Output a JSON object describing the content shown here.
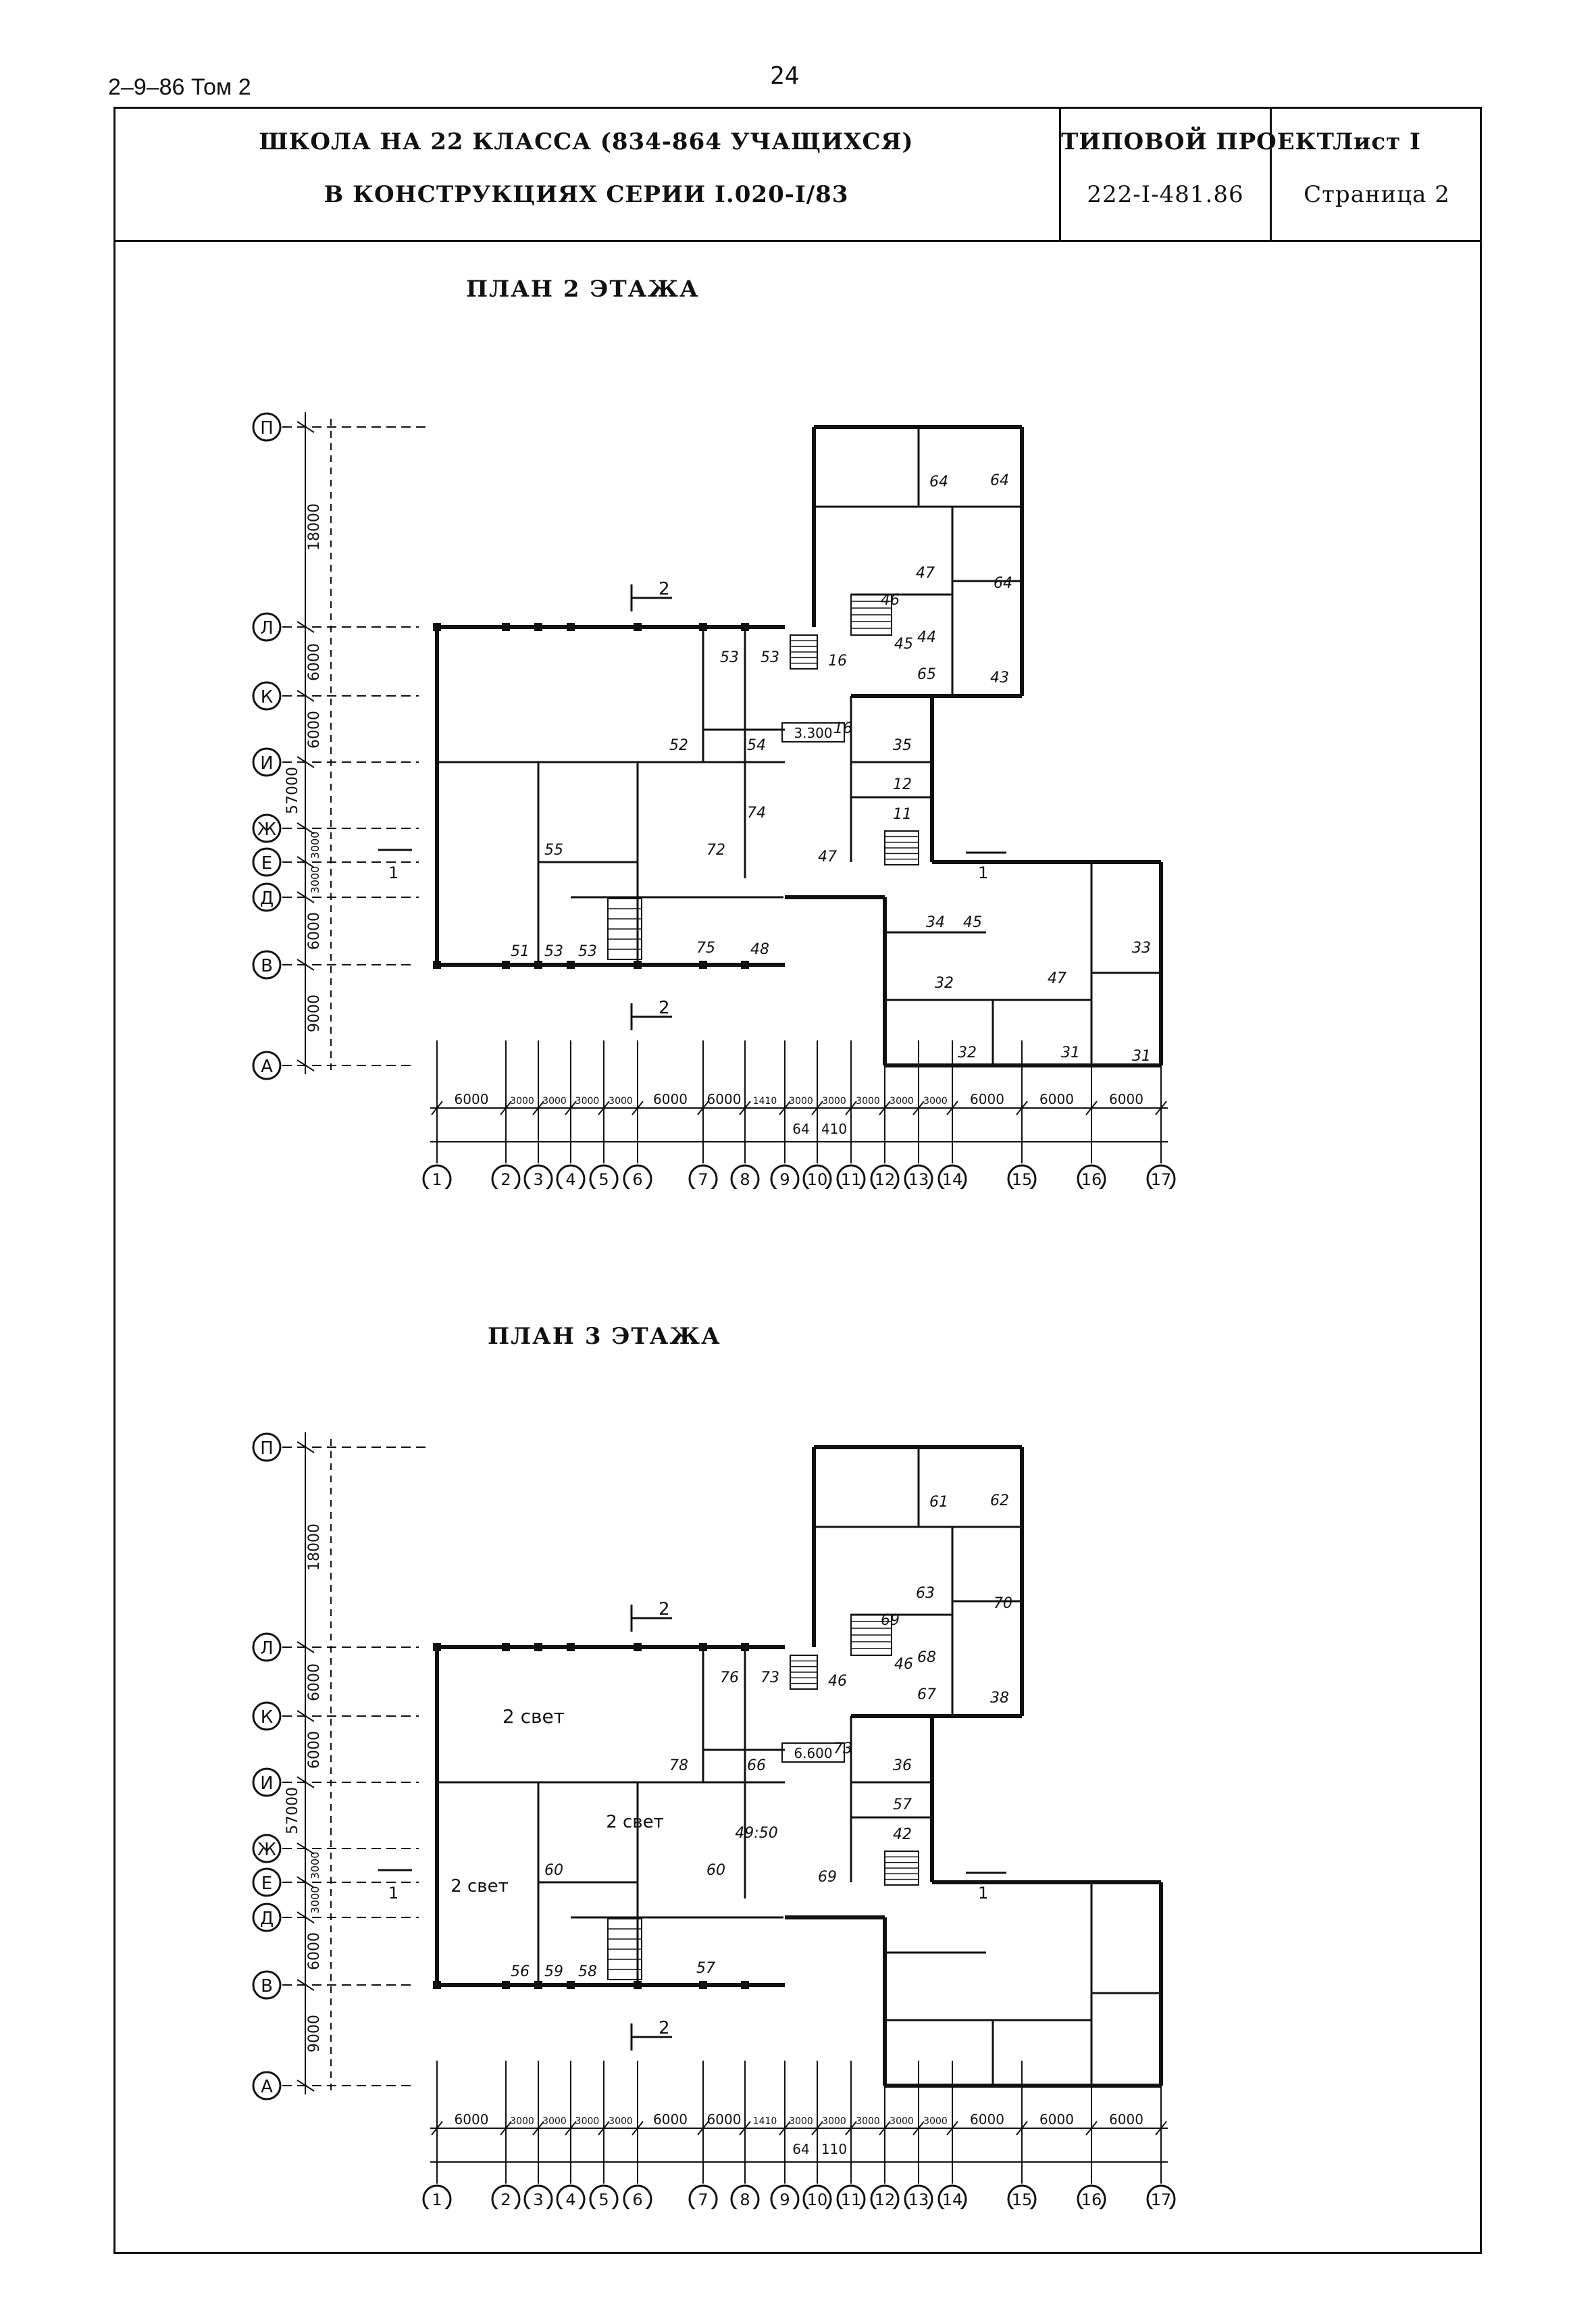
{
  "header": {
    "doc_code": "2–9–86 Том 2",
    "page_number": "24",
    "title_line1": "ШКОЛА НА 22 КЛАССА (834-864 УЧАЩИХСЯ)",
    "title_line2": "В КОНСТРУКЦИЯХ СЕРИИ I.020-I/83",
    "project_label": "ТИПОВОЙ ПРОЕКТ",
    "project_number": "222-I-481.86",
    "sheet": "Лист I",
    "page": "Страница 2"
  },
  "plans": [
    {
      "title": "ПЛАН 2 ЭТАЖА",
      "level_mark": "3.300",
      "section_label": "2",
      "section_label_2": "1",
      "axes_rows": [
        "П",
        "Л",
        "К",
        "И",
        "Ж",
        "Е",
        "Д",
        "В",
        "А"
      ],
      "axes_cols": [
        "1",
        "2",
        "3",
        "4",
        "5",
        "6",
        "7",
        "8",
        "9",
        "10",
        "11",
        "12",
        "13",
        "14",
        "15",
        "16",
        "17"
      ],
      "row_dims": [
        "18000",
        "6000",
        "6000",
        "57000",
        "3000",
        "3000",
        "6000",
        "9000"
      ],
      "col_dims": [
        "6000",
        "3000",
        "3000",
        "3000",
        "3000",
        "6000",
        "6000",
        "1410",
        "3000",
        "3000",
        "3000",
        "3000",
        "3000",
        "6000",
        "6000",
        "6000"
      ],
      "col_dims_sub": [
        "64",
        "410"
      ],
      "rooms": [
        "64",
        "64",
        "47",
        "64",
        "46",
        "16",
        "45",
        "44",
        "65",
        "43",
        "53",
        "53",
        "16",
        "52",
        "54",
        "35",
        "12",
        "11",
        "74",
        "72",
        "55",
        "47",
        "51",
        "53",
        "53",
        "75",
        "48",
        "34",
        "45",
        "32",
        "47",
        "33",
        "32",
        "31",
        "31"
      ]
    },
    {
      "title": "ПЛАН 3 ЭТАЖА",
      "level_mark": "6.600",
      "section_label": "2",
      "section_label_2": "1",
      "axes_rows": [
        "П",
        "Л",
        "К",
        "И",
        "Ж",
        "Е",
        "Д",
        "В",
        "А"
      ],
      "axes_cols": [
        "1",
        "2",
        "3",
        "4",
        "5",
        "6",
        "7",
        "8",
        "9",
        "10",
        "11",
        "12",
        "13",
        "14",
        "15",
        "16",
        "17"
      ],
      "row_dims": [
        "18000",
        "6000",
        "6000",
        "57000",
        "3000",
        "3000",
        "6000",
        "9000"
      ],
      "col_dims": [
        "6000",
        "3000",
        "3000",
        "3000",
        "3000",
        "6000",
        "6000",
        "1410",
        "3000",
        "3000",
        "3000",
        "3000",
        "3000",
        "6000",
        "6000",
        "6000"
      ],
      "col_dims_sub": [
        "64",
        "110"
      ],
      "light_label": "2 свет",
      "rooms": [
        "61",
        "62",
        "63",
        "70",
        "69",
        "46",
        "46",
        "68",
        "67",
        "38",
        "76",
        "73",
        "73",
        "78",
        "66",
        "36",
        "57",
        "42",
        "49:50",
        "60",
        "60",
        "69",
        "56",
        "59",
        "58",
        "57"
      ]
    }
  ]
}
